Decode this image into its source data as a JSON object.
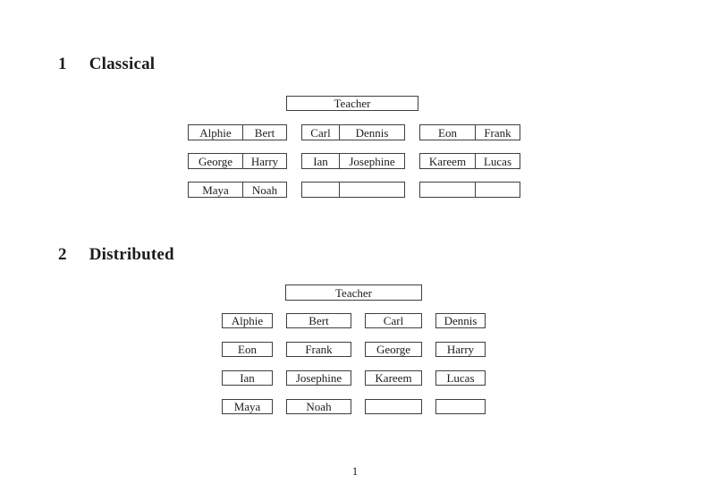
{
  "page_number": "1",
  "classical": {
    "heading_number": "1",
    "heading_title": "Classical",
    "teacher_label": "Teacher",
    "desks": [
      [
        "Alphie",
        "Bert"
      ],
      [
        "Carl",
        "Dennis"
      ],
      [
        "Eon",
        "Frank"
      ],
      [
        "George",
        "Harry"
      ],
      [
        "Ian",
        "Josephine"
      ],
      [
        "Kareem",
        "Lucas"
      ],
      [
        "Maya",
        "Noah"
      ],
      [
        "",
        ""
      ],
      [
        "",
        ""
      ]
    ]
  },
  "distributed": {
    "heading_number": "2",
    "heading_title": "Distributed",
    "teacher_label": "Teacher",
    "desks": [
      "Alphie",
      "Bert",
      "Carl",
      "Dennis",
      "Eon",
      "Frank",
      "George",
      "Harry",
      "Ian",
      "Josephine",
      "Kareem",
      "Lucas",
      "Maya",
      "Noah",
      "",
      ""
    ]
  }
}
